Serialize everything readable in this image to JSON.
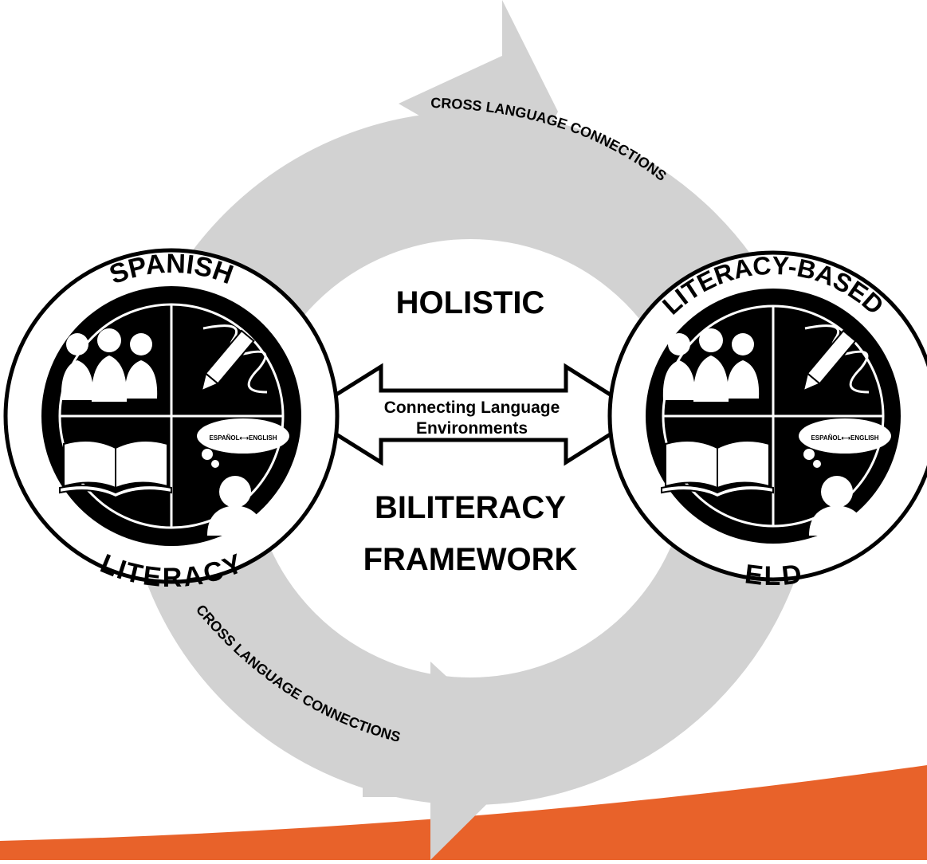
{
  "cycle": {
    "top_arrow_label": "CROSS LANGUAGE CONNECTIONS",
    "bottom_arrow_label": "CROSS LANGUAGE CONNECTIONS"
  },
  "center": {
    "title_top": "HOLISTIC",
    "arrow_line1": "Connecting Language",
    "arrow_line2": "Environments",
    "title_bottom_line1": "BILITERACY",
    "title_bottom_line2": "FRAMEWORK"
  },
  "left_badge": {
    "top_label": "SPANISH",
    "bottom_label": "LITERACY",
    "bubble_text": "ESPAÑOL⟷ENGLISH"
  },
  "right_badge": {
    "top_label": "LITERACY-BASED",
    "bottom_label": "ELD",
    "bubble_text": "ESPAÑOL⟷ENGLISH"
  },
  "colors": {
    "cycle_gray": "#d2d2d2",
    "accent_orange": "#e8622a",
    "ink": "#000000"
  }
}
